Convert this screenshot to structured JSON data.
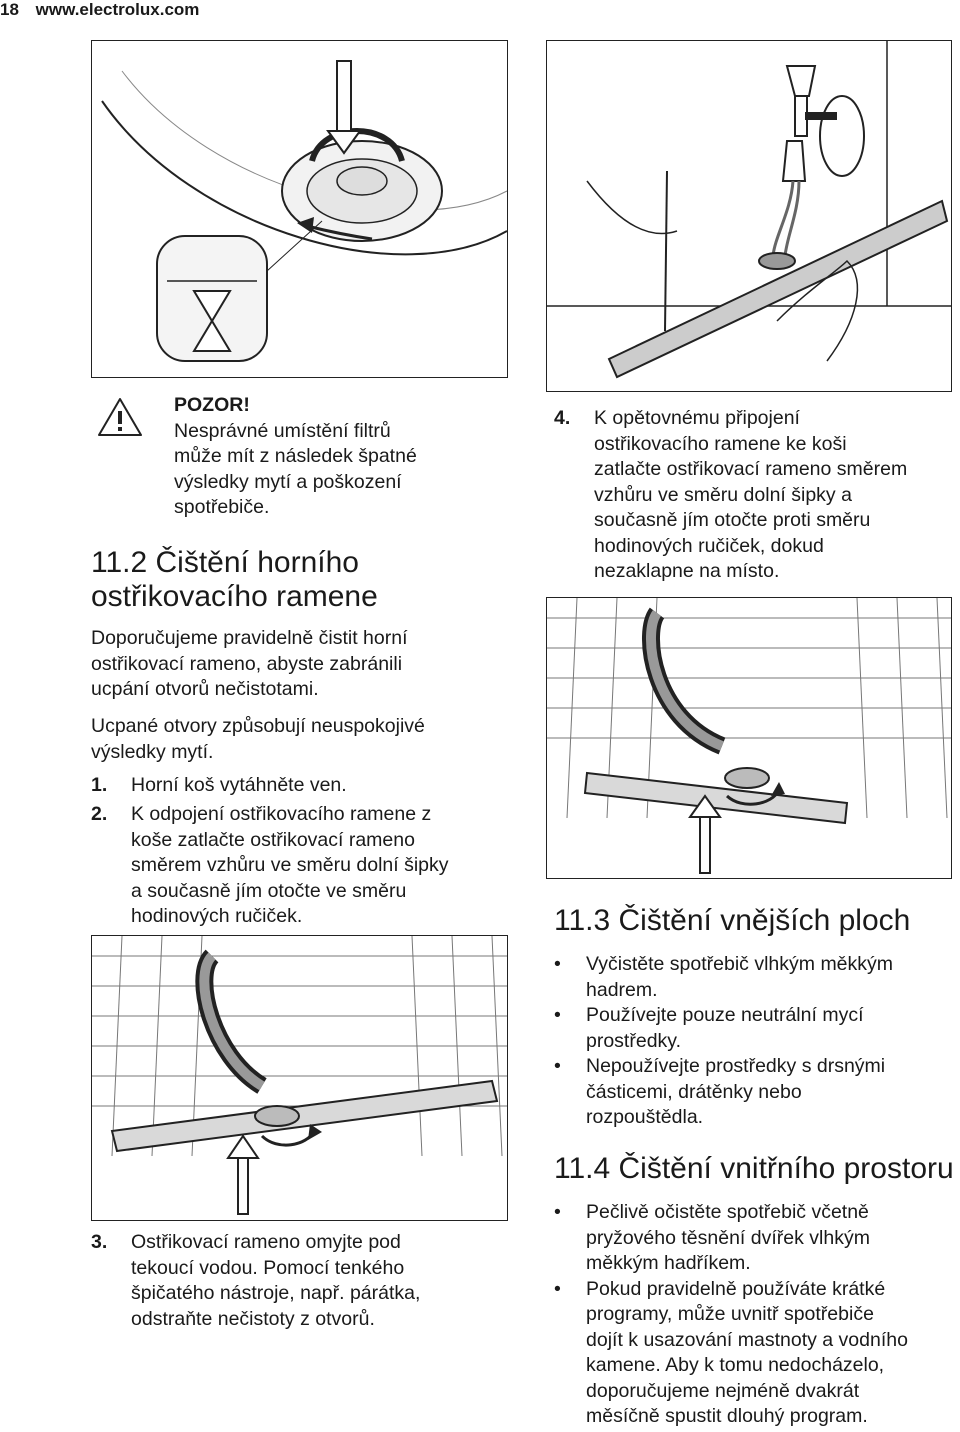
{
  "header": {
    "page_number": "18",
    "site": "www.electrolux.com"
  },
  "warning": {
    "title": "POZOR!",
    "lines": [
      "Nesprávné umístění filtrů",
      "může mít z následek špatné",
      "výsledky mytí a poškození",
      "spotřebiče."
    ]
  },
  "section_11_2": {
    "number": "11.2",
    "title_lines": [
      "Čištění horního",
      "ostřikovacího ramene"
    ],
    "para1_lines": [
      "Doporučujeme pravidelně čistit horní",
      "ostřikovací rameno, abyste zabránili",
      "ucpání otvorů nečistotami."
    ],
    "para2_lines": [
      "Ucpané otvory způsobují neuspokojivé",
      "výsledky mytí."
    ],
    "steps": [
      {
        "num": "1.",
        "lines": [
          "Horní koš vytáhněte ven."
        ]
      },
      {
        "num": "2.",
        "lines": [
          "K odpojení ostřikovacího ramene z",
          "koše zatlačte ostřikovací rameno",
          "směrem vzhůru ve směru dolní šipky",
          "a současně jím otočte ve směru",
          "hodinových ručiček."
        ]
      },
      {
        "num": "3.",
        "lines": [
          "Ostřikovací rameno omyjte pod",
          "tekoucí vodou. Pomocí tenkého",
          "špičatého nástroje, např. párátka,",
          "odstraňte nečistoty z otvorů."
        ]
      },
      {
        "num": "4.",
        "lines": [
          "K opětovnému připojení",
          "ostřikovacího ramene ke koši",
          "zatlačte ostřikovací rameno směrem",
          "vzhůru ve směru dolní šipky a",
          "současně jím otočte proti směru",
          "hodinových ručiček, dokud",
          "nezaklapne na místo."
        ]
      }
    ]
  },
  "section_11_3": {
    "number": "11.3",
    "title": "Čištění vnějších ploch",
    "bullets": [
      [
        "Vyčistěte spotřebič vlhkým měkkým",
        "hadrem."
      ],
      [
        "Používejte pouze neutrální mycí",
        "prostředky."
      ],
      [
        "Nepoužívejte prostředky s drsnými",
        "částicemi, drátěnky nebo",
        "rozpouštědla."
      ]
    ]
  },
  "section_11_4": {
    "number": "11.4",
    "title": "Čištění vnitřního prostoru",
    "bullets": [
      [
        "Pečlivě očistěte spotřebič včetně",
        "pryžového těsnění dvířek vlhkým",
        "měkkým hadříkem."
      ],
      [
        "Pokud pravidelně používáte krátké",
        "programy, může uvnitř spotřebiče",
        "dojít k usazování mastnoty a vodního",
        "kamene. Aby k tomu nedocházelo,",
        "doporučujeme nejméně dvakrát",
        "měsíčně spustit dlouhý program."
      ]
    ]
  },
  "bullet_char": "•",
  "icons": {
    "warning": "warning-triangle-icon"
  }
}
